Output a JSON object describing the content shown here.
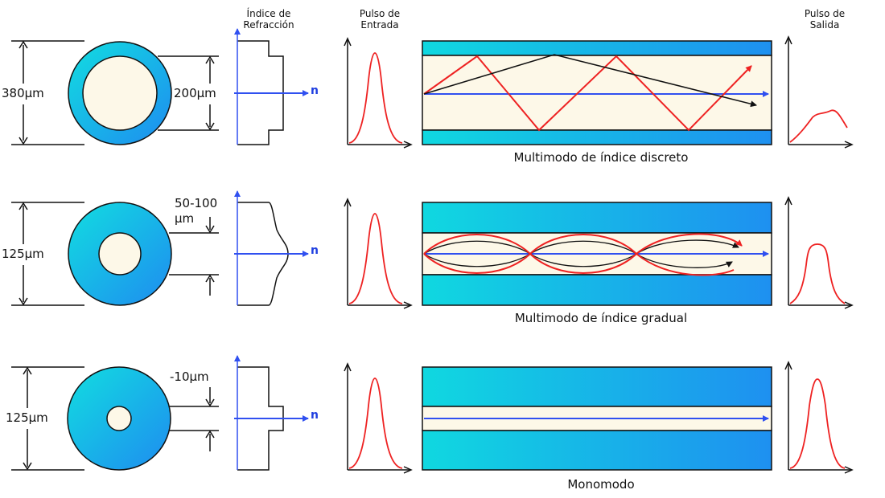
{
  "headers": {
    "refractive_index": "Índice de Refracción",
    "input_pulse": "Pulso de Entrada",
    "output_pulse": "Pulso de Salida"
  },
  "axis_symbol": "n",
  "rows": [
    {
      "outer_dim": "380μm",
      "core_dim": "200μm",
      "caption": "Multimodo de índice discreto"
    },
    {
      "outer_dim": "125μm",
      "core_dim": "50-100 μm",
      "caption": "Multimodo de índice gradual"
    },
    {
      "outer_dim": "125μm",
      "core_dim": "-10μm",
      "caption": "Monomodo"
    }
  ],
  "colors": {
    "core": "#fdf8e8",
    "cladding_light": "#10d8e0",
    "cladding_dark": "#1e90f0",
    "ray": "#ee2222",
    "axis_blue": "#3050f0"
  }
}
